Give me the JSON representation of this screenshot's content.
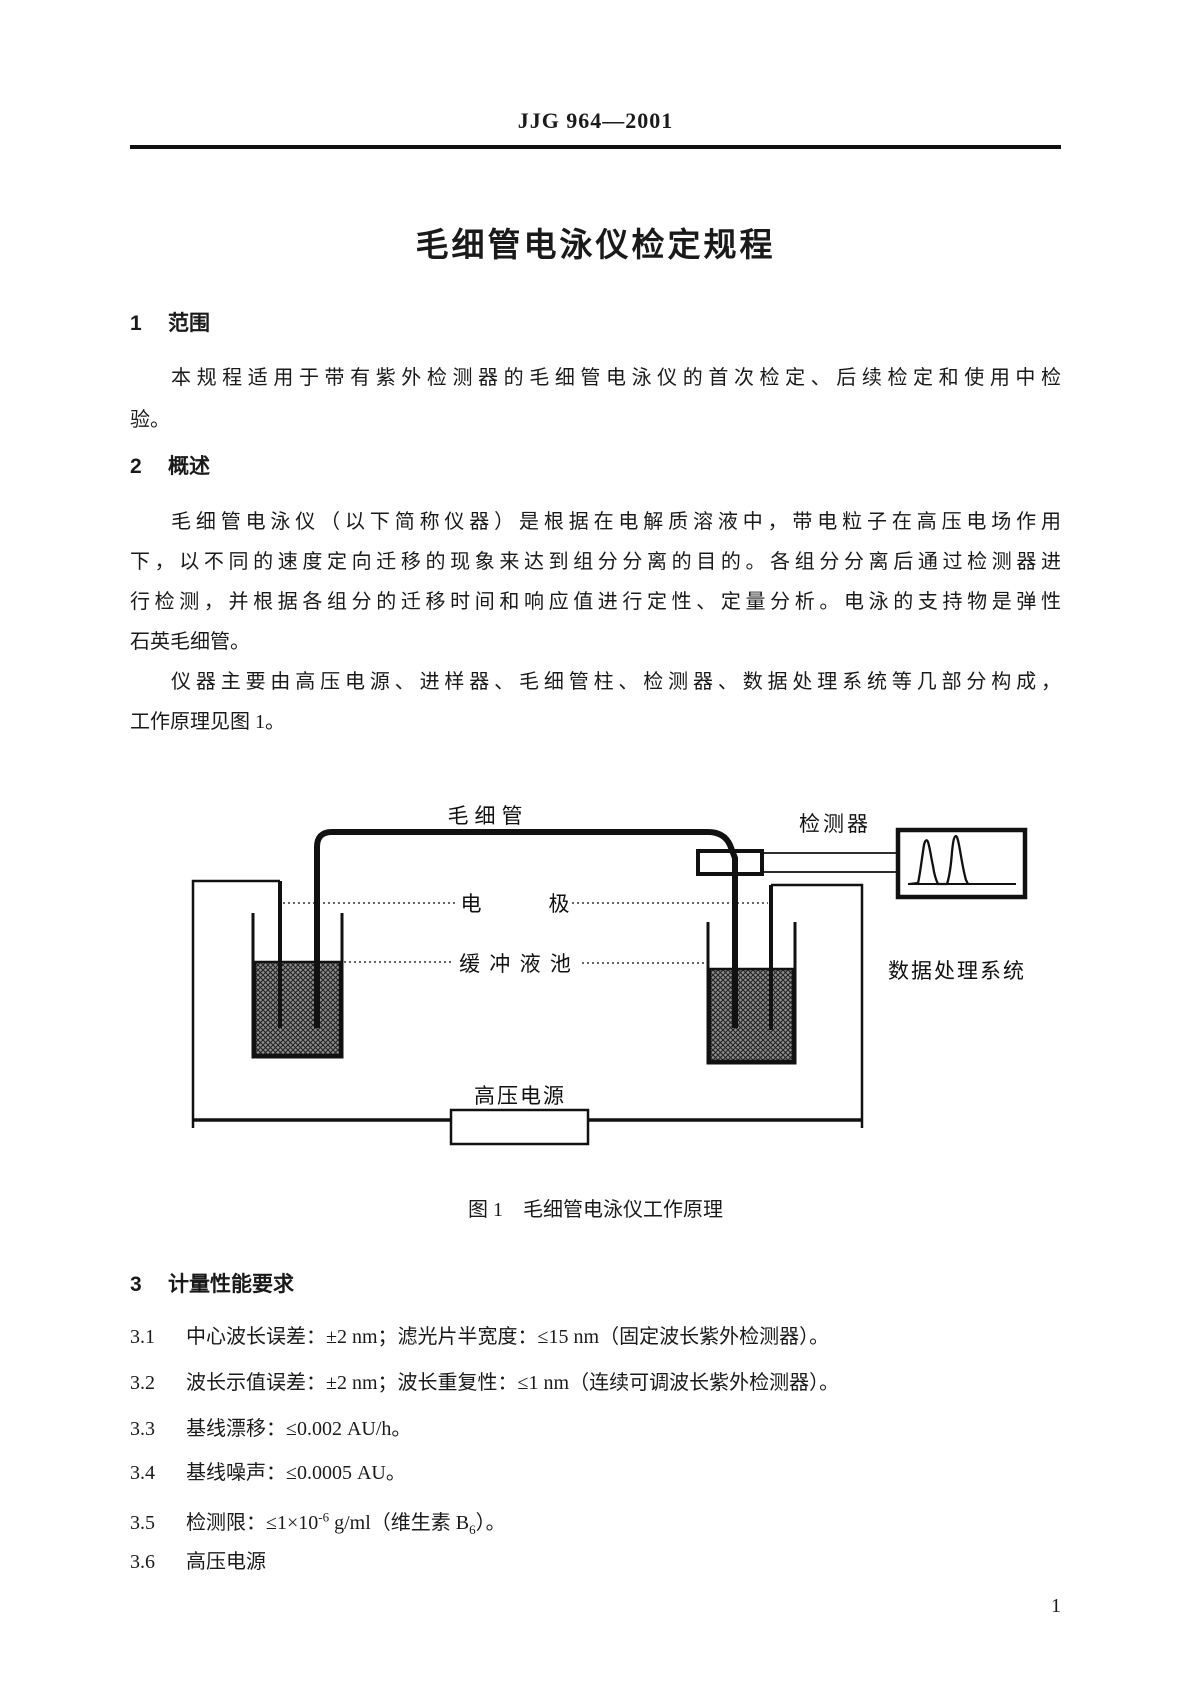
{
  "colors": {
    "ink": "#111111",
    "paper": "#ffffff"
  },
  "header": {
    "doc_code": "JJG 964—2001"
  },
  "title": "毛细管电泳仪检定规程",
  "sections": {
    "scope": {
      "heading_num": "1",
      "heading": "范围",
      "lines": [
        "本规程适用于带有紫外检测器的毛细管电泳仪的首次检定、后续检定和使用中检",
        "验。"
      ]
    },
    "overview": {
      "heading_num": "2",
      "heading": "概述",
      "para1_lines": [
        "毛细管电泳仪（以下简称仪器）是根据在电解质溶液中，带电粒子在高压电场作用",
        "下，以不同的速度定向迁移的现象来达到组分分离的目的。各组分分离后通过检测器进",
        "行检测，并根据各组分的迁移时间和响应值进行定性、定量分析。电泳的支持物是弹性",
        "石英毛细管。"
      ],
      "para2_lines": [
        "仪器主要由高压电源、进样器、毛细管柱、检测器、数据处理系统等几部分构成，",
        "工作原理见图 1。"
      ]
    },
    "requirements": {
      "heading_num": "3",
      "heading": "计量性能要求",
      "items": [
        {
          "num": "3.1",
          "text": "中心波长误差：±2 nm；滤光片半宽度：≤15 nm（固定波长紫外检测器）。"
        },
        {
          "num": "3.2",
          "text": "波长示值误差：±2 nm；波长重复性：≤1 nm（连续可调波长紫外检测器）。"
        },
        {
          "num": "3.3",
          "text": "基线漂移：≤0.002 AU/h。"
        },
        {
          "num": "3.4",
          "text": "基线噪声：≤0.0005 AU。"
        }
      ],
      "item35": {
        "num": "3.5",
        "t1": "检测限：≤1×10",
        "sup": "-6",
        "t2": " g/ml（维生素 B",
        "sub": "6",
        "t3": "）。"
      },
      "item36": {
        "num": "3.6",
        "text": "高压电源"
      }
    }
  },
  "figure": {
    "caption": "图 1　毛细管电泳仪工作原理",
    "labels": {
      "capillary": "毛细管",
      "detector": "检测器",
      "electrode_left": "电",
      "electrode_right": "极",
      "buffer_pool": "缓 冲 液 池",
      "data_system": "数据处理系统",
      "hv_supply": "高压电源"
    }
  },
  "page": {
    "number": "1"
  }
}
